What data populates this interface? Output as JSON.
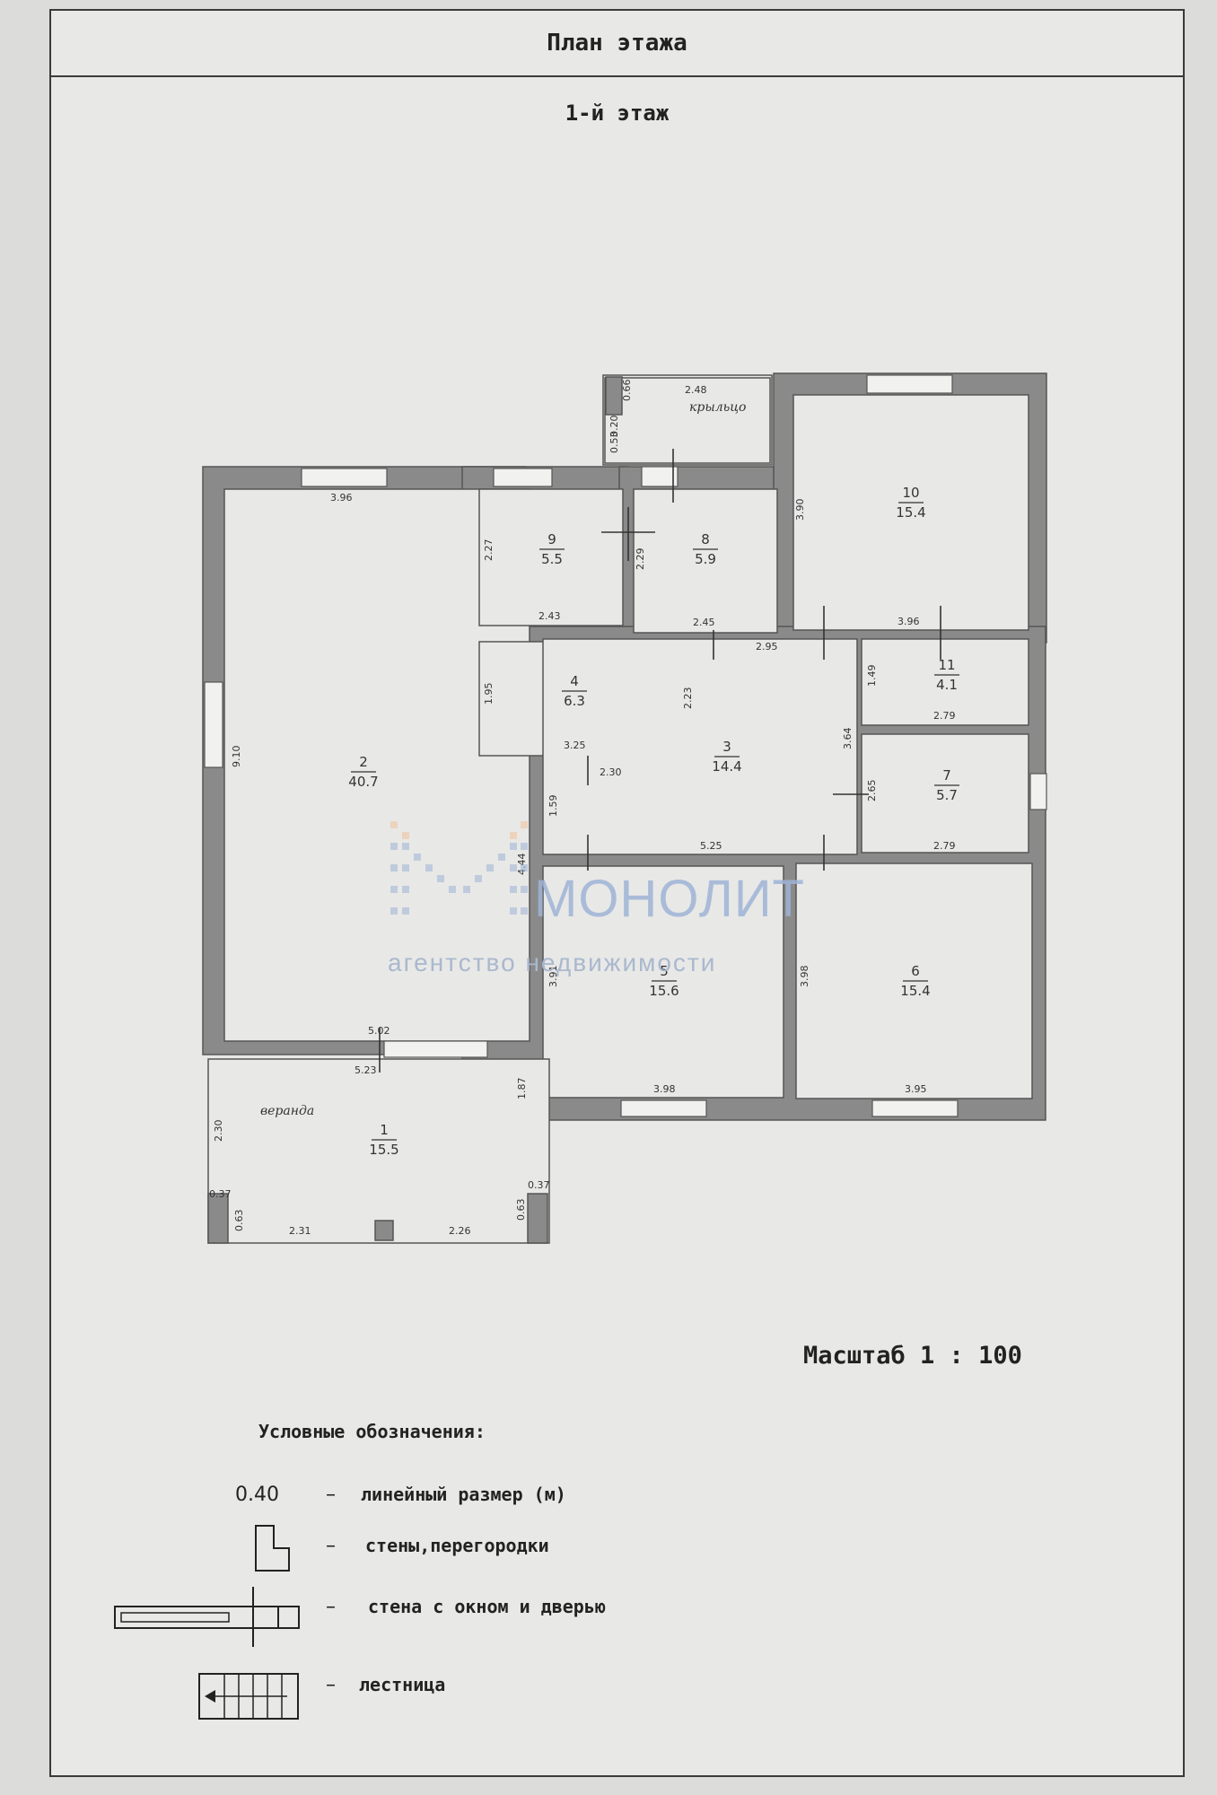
{
  "header": {
    "title": "План этажа",
    "floor": "1-й этаж"
  },
  "rooms": [
    {
      "id": "r1",
      "num": "1",
      "area": "15.5",
      "name": "веранда"
    },
    {
      "id": "r2",
      "num": "2",
      "area": "40.7"
    },
    {
      "id": "r3",
      "num": "3",
      "area": "14.4"
    },
    {
      "id": "r4",
      "num": "4",
      "area": "6.3"
    },
    {
      "id": "r5",
      "num": "5",
      "area": "15.6"
    },
    {
      "id": "r6",
      "num": "6",
      "area": "15.4"
    },
    {
      "id": "r7",
      "num": "7",
      "area": "5.7"
    },
    {
      "id": "r8",
      "num": "8",
      "area": "5.9"
    },
    {
      "id": "r9",
      "num": "9",
      "area": "5.5"
    },
    {
      "id": "r10",
      "num": "10",
      "area": "15.4"
    },
    {
      "id": "r11",
      "num": "11",
      "area": "4.1"
    }
  ],
  "porch": {
    "name": "крыльцо"
  },
  "dimensions": {
    "porch_w": "2.48",
    "porch_h1": "0.66",
    "porch_h2": "0.20",
    "porch_h3": "0.53",
    "r2_w": "3.96",
    "r2_h": "9.10",
    "r2_bottom": "5.02",
    "r2_right": "4.44",
    "r9_w": "2.43",
    "r9_h": "2.27",
    "r8_w": "2.45",
    "r8_h": "2.29",
    "r10_h": "3.90",
    "r10_w": "3.96",
    "r4_h": "1.95",
    "r4_w": "3.25",
    "r3_top": "2.95",
    "r3_h1": "2.23",
    "r3_w1": "2.30",
    "r3_h2": "1.59",
    "r3_w": "5.25",
    "r3_right": "3.64",
    "r11_h": "1.49",
    "r11_w": "2.79",
    "r7_h": "2.65",
    "r7_w": "2.79",
    "r5_h": "3.91",
    "r5_w": "3.98",
    "r6_h": "3.98",
    "r6_w": "3.95",
    "r1_top": "5.23",
    "r1_right": "1.87",
    "r1_h": "2.30",
    "r1_l1": "0.37",
    "r1_l2": "0.63",
    "r1_b1": "2.31",
    "r1_b2": "2.26",
    "r1_r1": "0.37",
    "r1_r2": "0.63"
  },
  "watermark": {
    "name": "МОНОЛИТ",
    "subtitle": "агентство недвижимости",
    "color": "#9fb4d6"
  },
  "scale": "Масштаб 1 : 100",
  "legend": {
    "title": "Условные обозначения:",
    "items": [
      {
        "symbol": "0.40",
        "dash": "–",
        "text": "линейный размер (м)"
      },
      {
        "symbol": "wall-icon",
        "dash": "–",
        "text": "стены,перегородки"
      },
      {
        "symbol": "window-door-icon",
        "dash": "–",
        "text": "стена с окном и дверью"
      },
      {
        "symbol": "stairs-icon",
        "dash": "–",
        "text": "лестница"
      }
    ]
  }
}
